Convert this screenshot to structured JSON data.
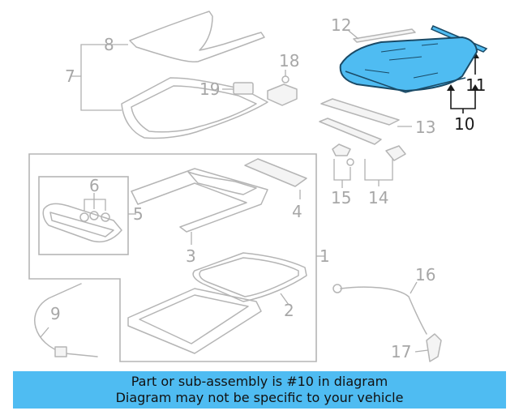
{
  "colors": {
    "highlight_fill": "#4fbcf2",
    "highlight_stroke": "#1a4a66",
    "banner_background": "#4fbcf2",
    "callout_gray": "#a7a7a7",
    "callout_active": "#1a1a1a",
    "line_gray": "#b5b5b5"
  },
  "callouts": {
    "c1": "1",
    "c2": "2",
    "c3": "3",
    "c4": "4",
    "c5": "5",
    "c6": "6",
    "c7": "7",
    "c8": "8",
    "c9": "9",
    "c10": "10",
    "c11": "11",
    "c12": "12",
    "c13": "13",
    "c14": "14",
    "c15": "15",
    "c16": "16",
    "c17": "17",
    "c18": "18",
    "c19": "19"
  },
  "highlighted_part": "10",
  "banner": {
    "line1": "Part or sub-assembly is #10 in diagram",
    "line2": "Diagram may not be specific to your vehicle"
  }
}
